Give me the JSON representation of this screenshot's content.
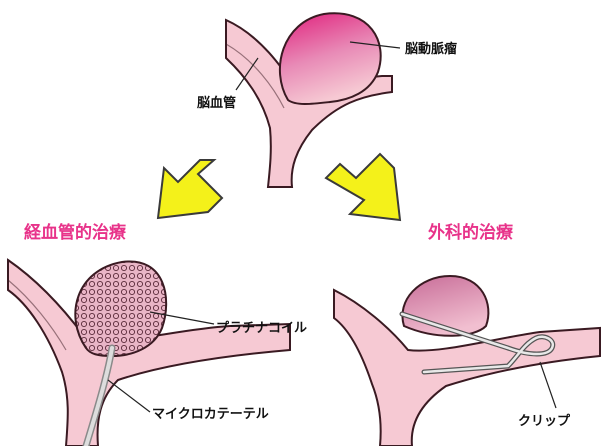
{
  "labels": {
    "aneurysm": "脳動脈瘤",
    "vessel": "脳血管",
    "endovascular": "経血管的治療",
    "surgical": "外科的治療",
    "coil": "プラチナコイル",
    "microcatheter": "マイクロカテーテル",
    "clip": "クリップ"
  },
  "colors": {
    "heading": "#e8338a",
    "vessel_fill": "#f6c9d3",
    "vessel_outline": "#3a1a22",
    "aneurysm_fill": "#e0207c",
    "arrow_fill": "#f4f11a",
    "arrow_outline": "#3a3a3a"
  }
}
